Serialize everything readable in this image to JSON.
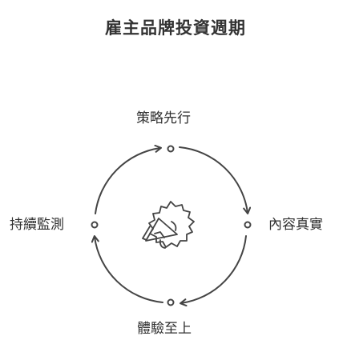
{
  "title": "雇主品牌投資週期",
  "stages": {
    "top": "策略先行",
    "right": "內容真實",
    "bottom": "體驗至上",
    "left": "持續監測"
  },
  "center_icon": "megaphone-icon",
  "colors": {
    "stroke": "#444444",
    "text": "#2f2f2f"
  }
}
